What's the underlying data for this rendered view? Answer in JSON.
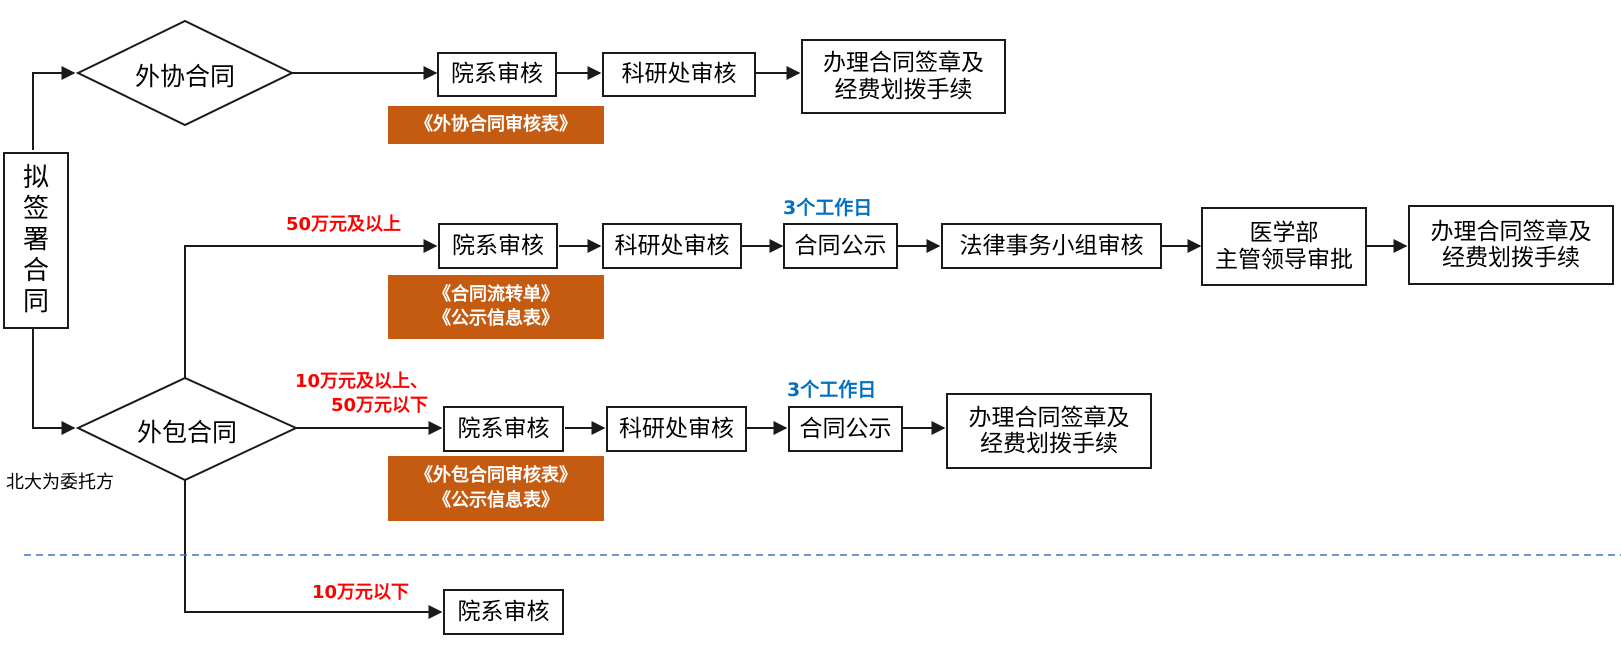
{
  "start": {
    "label": [
      "拟",
      "签",
      "署",
      "合",
      "同"
    ]
  },
  "client_note": "北大为委托方",
  "branch_a": {
    "decision": "外协合同",
    "steps": [
      "院系审核",
      "科研处审核",
      "办理合同签章及\n经费划拨手续"
    ],
    "docs": [
      "《外协合同审核表》"
    ]
  },
  "branch_b": {
    "decision": "外包合同",
    "tier1": {
      "condition": "50万元及以上",
      "days": "3个工作日",
      "steps": [
        "院系审核",
        "科研处审核",
        "合同公示",
        "法律事务小组审核",
        "医学部\n主管领导审批",
        "办理合同签章及\n经费划拨手续"
      ],
      "docs": [
        "《合同流转单》",
        "《公示信息表》"
      ]
    },
    "tier2": {
      "condition": [
        "10万元及以上、",
        "50万元以下"
      ],
      "days": "3个工作日",
      "steps": [
        "院系审核",
        "科研处审核",
        "合同公示",
        "办理合同签章及\n经费划拨手续"
      ],
      "docs": [
        "《外包合同审核表》",
        "《公示信息表》"
      ]
    },
    "tier3": {
      "condition": "10万元以下",
      "steps": [
        "院系审核"
      ]
    }
  },
  "colors": {
    "doc_fill": "#c55a11",
    "condition_text": "#ff0000",
    "days_text": "#0070c0",
    "divider": "#4472c4",
    "line": "#1a1a1a"
  }
}
